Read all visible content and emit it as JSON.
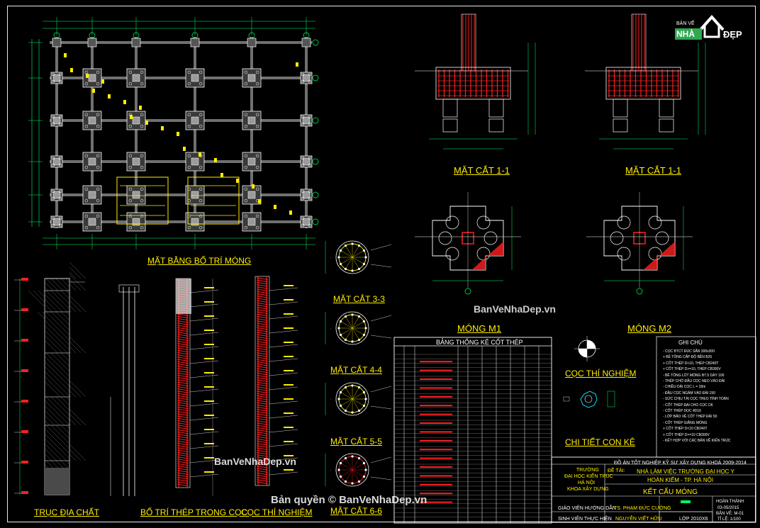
{
  "labels": {
    "foundation_plan": "MẶT BẰNG BỐ TRÍ MÓNG",
    "section_1a": "MẶT CẮT 1-1",
    "section_1b": "MẶT CẮT 1-1",
    "mong_m1": "MÓNG M1",
    "mong_m2": "MÓNG M2",
    "section_33": "MẶT CẮT 3-3",
    "section_44": "MẶT CẮT 4-4",
    "section_55": "MẶT CẮT 5-5",
    "section_66": "MẶT CẮT 6-6",
    "geology": "TRỤC ĐỊA CHẤT",
    "pile_steel": "BỐ TRÍ THÉP TRONG CỌC",
    "test_pile": "CỌC THÍ NGHIỆM",
    "test_pile_detail": "CỌC THÍ NGHIỆM",
    "spacer_detail": "CHI TIẾT CON KÊ",
    "steel_table": "BẢNG THỐNG KÊ CỐT THÉP",
    "notes_title": "GHI CHÚ"
  },
  "watermarks": {
    "w1": "BanVeNhaDep.vn",
    "w2": "BanVeNhaDep.vn",
    "copyright": "Bản quyền © BanVeNhaDep.vn"
  },
  "logo": {
    "top": "BẢN VẼ",
    "brand_a": "NHÀ",
    "brand_b": "ĐẸP"
  },
  "title_block": {
    "project_header": "ĐỒ ÁN TỐT NGHIỆP KỸ SƯ XÂY DỰNG KHOÁ 2009-2014",
    "school_1": "TRƯỜNG",
    "school_2": "ĐẠI HỌC KIẾN TRÚC",
    "school_3": "HÀ NỘI",
    "school_4": "KHOA XÂY DỰNG",
    "de_tai_label": "ĐỀ TÀI:",
    "project_1": "NHÀ LÀM VIỆC TRƯỜNG ĐẠI HỌC Y",
    "project_2": "HOÀN KIẾM - TP. HÀ NỘI",
    "drawing_title": "KẾT CẤU MÓNG",
    "advisor_label": "GIÁO VIÊN HƯỚNG DẪN",
    "advisor_name": "TS. PHẠM ĐỨC CƯỜNG",
    "student_label": "SINH VIÊN THỰC HIỆN",
    "student_name": "NGUYỄN VIẾT HỮU",
    "class_label": "LỚP 2010X6",
    "done_label": "HOÀN THÀNH",
    "done_date": "03-05/2015",
    "sheet": "BẢN VẼ: M-01",
    "scale": "TỈ LỆ: 1/100"
  },
  "notes": [
    "- CỌC BTCT ĐÚC SẴN 300x300",
    "+ BÊ TÔNG CẤP ĐỘ BỀN B25",
    "+ CỐT THÉP D<10, THÉP CB240T",
    "+ CỐT THÉP D>=10, THÉP CB300V",
    "- BÊ TÔNG LÓT MÓNG B7.5 DÀY 100",
    "- THÉP CHỜ ĐẦU CỌC NEO VÀO ĐÀI",
    "- CHIỀU DÀI CỌC L = 18m",
    "- ĐẦU CỌC NGÀM VÀO ĐÀI 150",
    "- SỨC CHỊU TẢI CỌC THEO TÍNH TOÁN",
    "- CỐT THÉP ĐAI CHO CỌC D6",
    "- CỐT THÉP DỌC 4D16",
    "- LỚP BẢO VỆ CỐT THÉP ĐÀI 50",
    "- CỐT THÉP GIẰNG MÓNG",
    "+ CỐT THÉP D<10 CB240T",
    "+ CỐT THÉP D>=10 CB300V",
    "- KẾT HỢP VỚI CÁC BẢN VẼ KIẾN TRÚC"
  ],
  "colors": {
    "frame": "#e8e8e8",
    "label": "#ffee00",
    "rebar": "#ff2020",
    "column": "#8a8a8a",
    "dim": "#00ff66",
    "cyan": "#00e0ff",
    "bg": "#000000"
  }
}
